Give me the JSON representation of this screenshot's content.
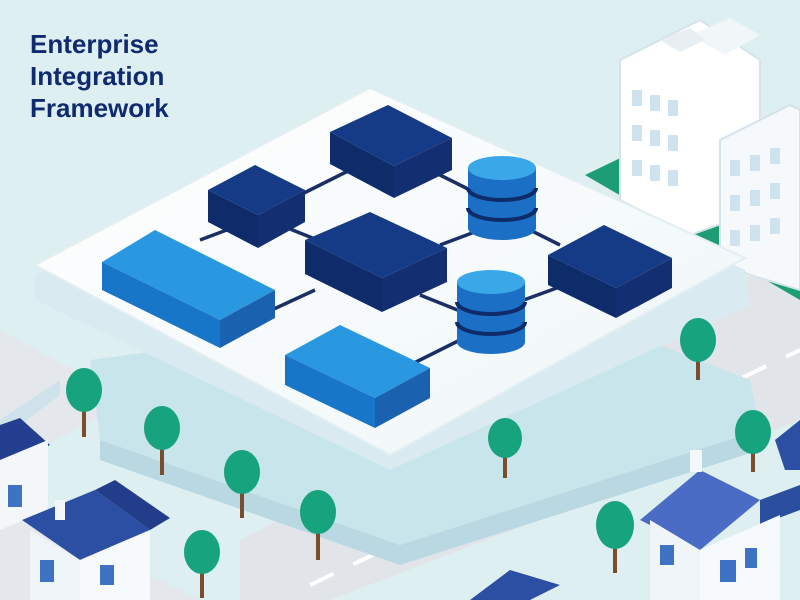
{
  "title": {
    "line1": "Enterprise",
    "line2": "Integration",
    "line3": "Framework"
  },
  "colors": {
    "background": "#deeff2",
    "title": "#0f2a6e",
    "navy_block": "#123780",
    "bright_blue_block": "#1f8fd8",
    "database": "#2a97dc",
    "tree": "#12a07a",
    "grass": "#1d9d74",
    "road": "#dfe3e8"
  },
  "icons": [
    "database-icon",
    "building-icon",
    "house-icon",
    "tree-icon"
  ]
}
